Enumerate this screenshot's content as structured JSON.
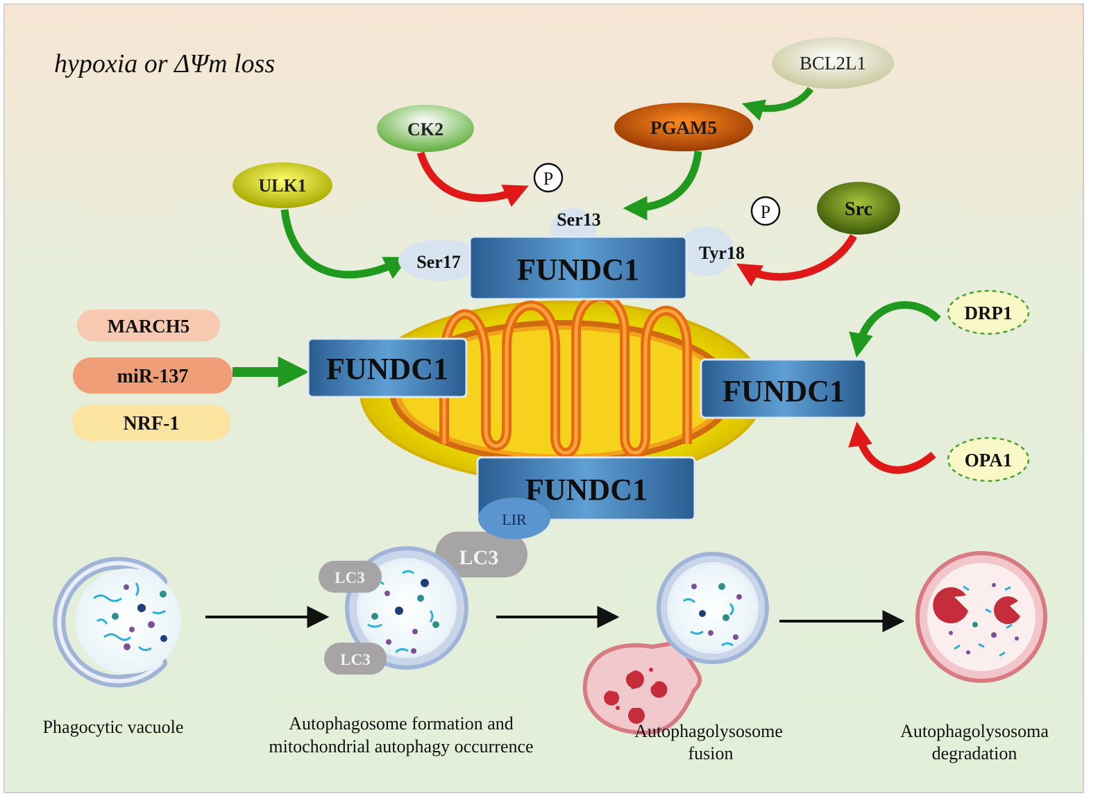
{
  "title": {
    "condition": "hypoxia or ΔΨm loss"
  },
  "kinases": {
    "ulk1": "ULK1",
    "ck2": "CK2",
    "pgam5": "PGAM5",
    "bcl2l1": "BCL2L1",
    "src": "Src"
  },
  "phospho_symbol": "P",
  "sites": {
    "ser13": "Ser13",
    "ser17": "Ser17",
    "tyr18": "Tyr18"
  },
  "receptor": {
    "label": "FUNDC1"
  },
  "regulators": {
    "march5": "MARCH5",
    "mir137": "miR-137",
    "nrf1": "NRF-1"
  },
  "dynamics": {
    "drp1": "DRP1",
    "opa1": "OPA1"
  },
  "lir": "LIR",
  "lc3": "LC3",
  "stages": {
    "s1": [
      "Phagocytic vacuole"
    ],
    "s2": [
      "Autophagosome formation and",
      "mitochondrial autophagy occurrence"
    ],
    "s3": [
      "Autophagolysosome",
      "fusion"
    ],
    "s4": [
      "Autophagolysosoma",
      "degradation"
    ]
  },
  "colors": {
    "activation_arrow": "#1f9a1f",
    "inhibition_arrow": "#e01818",
    "fundc1_box": "#2f6fa8",
    "background_top": "#f6e6d6",
    "background_bottom": "#e3efd9"
  }
}
